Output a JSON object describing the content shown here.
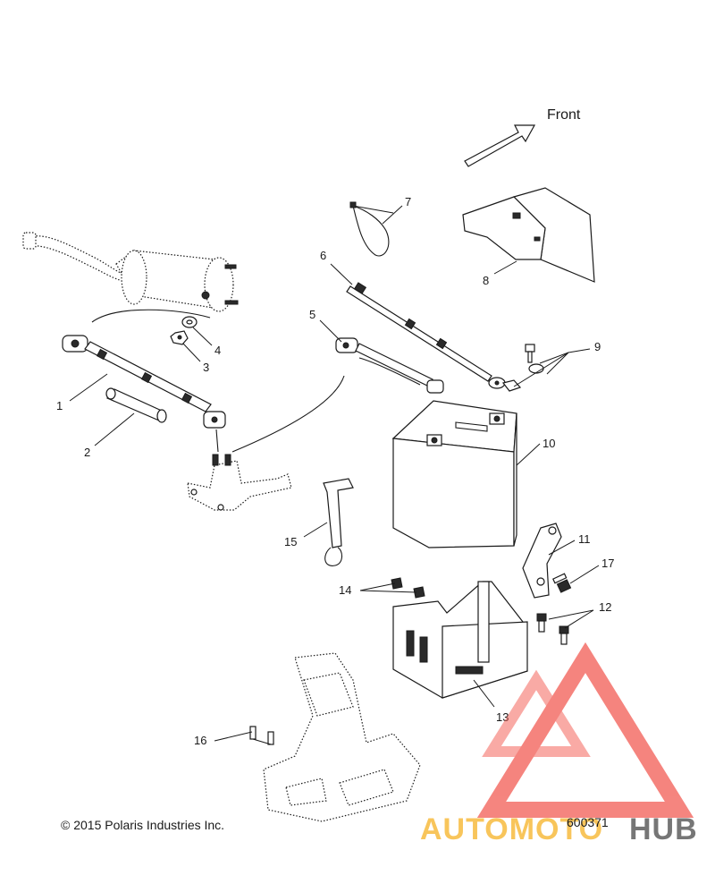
{
  "direction_label": "Front",
  "callouts": [
    "1",
    "2",
    "3",
    "4",
    "5",
    "6",
    "7",
    "8",
    "9",
    "10",
    "11",
    "12",
    "13",
    "14",
    "15",
    "16",
    "17"
  ],
  "footer": {
    "copyright": "© 2015 Polaris Industries Inc.",
    "doc_number": "600371"
  },
  "watermark": {
    "text": "AUTOMOTOHUB",
    "text_part1": "AUTOMOTO",
    "text_part2": "HUB",
    "colors": {
      "logo": "#f25c54",
      "part1": "#f7b733",
      "part2": "#555555"
    }
  }
}
